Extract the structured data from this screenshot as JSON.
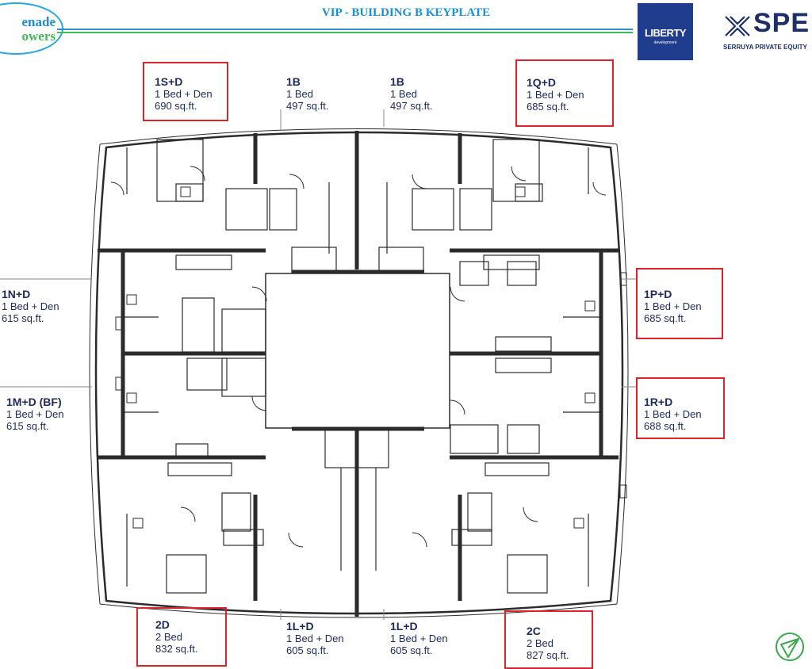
{
  "header": {
    "title": "VIP - BUILDING B KEYPLATE",
    "brand_line1": "enade",
    "brand_line2": "owers"
  },
  "logos": {
    "liberty_name": "LIBERTY",
    "liberty_sub": "development",
    "spe_name": "SPE",
    "spe_sub": "SERRUYA PRIVATE EQUITY"
  },
  "colors": {
    "highlight": "#d9232d",
    "label_text": "#1c2a5c",
    "title_blue": "#1b8fd6",
    "accent_green": "#46b85a",
    "liberty_bg": "#1f3d8c",
    "spe_navy": "#1d2f66"
  },
  "units": [
    {
      "code": "1S+D",
      "type": "1 Bed + Den",
      "area": "690 sq.ft.",
      "highlighted": true
    },
    {
      "code": "1B",
      "type": "1 Bed",
      "area": "497 sq.ft.",
      "highlighted": false
    },
    {
      "code": "1B",
      "type": "1 Bed",
      "area": "497 sq.ft.",
      "highlighted": false
    },
    {
      "code": "1Q+D",
      "type": "1 Bed + Den",
      "area": "685 sq.ft.",
      "highlighted": true
    },
    {
      "code": "1N+D",
      "type": "1 Bed + Den",
      "area": "615 sq.ft.",
      "highlighted": false
    },
    {
      "code": "1P+D",
      "type": "1 Bed + Den",
      "area": "685 sq.ft.",
      "highlighted": true
    },
    {
      "code": "1M+D (BF)",
      "type": "1 Bed + Den",
      "area": "615 sq.ft.",
      "highlighted": false
    },
    {
      "code": "1R+D",
      "type": "1 Bed + Den",
      "area": "688 sq.ft.",
      "highlighted": true
    },
    {
      "code": "2D",
      "type": "2 Bed",
      "area": "832 sq.ft.",
      "highlighted": true
    },
    {
      "code": "1L+D",
      "type": "1 Bed + Den",
      "area": "605 sq.ft.",
      "highlighted": false
    },
    {
      "code": "1L+D",
      "type": "1 Bed + Den",
      "area": "605 sq.ft.",
      "highlighted": false
    },
    {
      "code": "2C",
      "type": "2 Bed",
      "area": "827 sq.ft.",
      "highlighted": true
    }
  ],
  "icons": {
    "north_arrow": "north-arrow-icon",
    "spe_mark": "spe-mark-icon"
  }
}
